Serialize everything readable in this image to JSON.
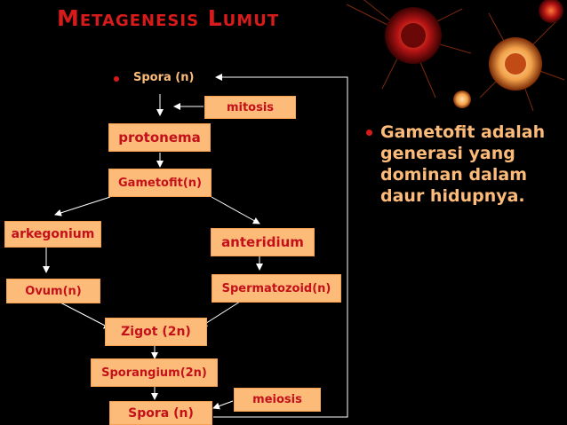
{
  "title": "Metagenesis Lumut",
  "spora_top": "Spora (n)",
  "mitosis": "mitosis",
  "protonema": "protonema",
  "gametofit": "Gametofit(n)",
  "arkegonium": "arkegonium",
  "anteridium": "anteridium",
  "ovum": "Ovum(n)",
  "spermatozoid": "Spermatozoid(n)",
  "zigot": "Zigot (2n)",
  "sporangium": "Sporangium(2n)",
  "meiosis": "meiosis",
  "spora_bottom": "Spora (n)",
  "side_bullet": "Gametofit adalah generasi yang dominan dalam daur hidupnya.",
  "colors": {
    "background": "#000000",
    "box_fill": "#fdbb7a",
    "box_text": "#c4101a",
    "title": "#d81a1a",
    "bullet_text": "#fdbb7a",
    "arrow": "#ffffff"
  }
}
